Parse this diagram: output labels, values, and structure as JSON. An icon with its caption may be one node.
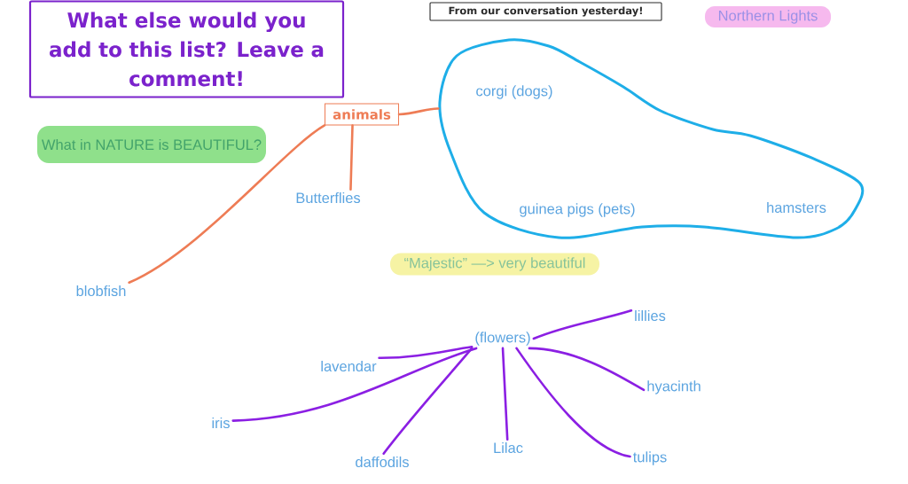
{
  "diagram": {
    "nodes": [
      {
        "text": [
          "What else would you add to this list? Leave a comment!"
        ]
      },
      {
        "text": [
          "From our conversation yesterday!"
        ]
      },
      {
        "text": [
          "Northern Lights"
        ]
      },
      {
        "text": [
          "What in NATURE is BEAUTIFUL?"
        ]
      },
      {
        "text": [
          "animals"
        ]
      },
      {
        "text": [],
        "shape": "cloud"
      },
      {
        "text": [
          "corgi (dogs)"
        ],
        "in": 5
      },
      {
        "text": [
          "guinea pigs (pets)"
        ],
        "in": 5
      },
      {
        "text": [
          "hamsters"
        ],
        "in": 5
      },
      {
        "text": [
          "Butterflies"
        ]
      },
      {
        "text": [
          "blobfish"
        ]
      },
      {
        "text": [
          "“Majestic” —> very beautiful"
        ]
      },
      {
        "text": [
          "(flowers)"
        ]
      },
      {
        "text": [
          "lillies"
        ]
      },
      {
        "text": [
          "lavendar"
        ]
      },
      {
        "text": [
          "hyacinth"
        ]
      },
      {
        "text": [
          "iris"
        ]
      },
      {
        "text": [
          "daffodils"
        ]
      },
      {
        "text": [
          "Lilac"
        ]
      },
      {
        "text": [
          "tulips"
        ]
      }
    ],
    "edges": [
      {
        "from": 4,
        "to": 5,
        "arrow": "none",
        "color": "#ee7c55"
      },
      {
        "from": 4,
        "to": 9,
        "arrow": "none",
        "color": "#ee7c55"
      },
      {
        "from": 4,
        "to": 10,
        "arrow": "none",
        "color": "#ee7c55"
      },
      {
        "from": 12,
        "to": 13,
        "arrow": "none"
      },
      {
        "from": 12,
        "to": 14,
        "arrow": "none"
      },
      {
        "from": 12,
        "to": 15,
        "arrow": "none"
      },
      {
        "from": 12,
        "to": 16,
        "arrow": "none"
      },
      {
        "from": 12,
        "to": 17,
        "arrow": "none"
      },
      {
        "from": 12,
        "to": 18,
        "arrow": "none"
      },
      {
        "from": 12,
        "to": 19,
        "arrow": "none"
      }
    ]
  }
}
